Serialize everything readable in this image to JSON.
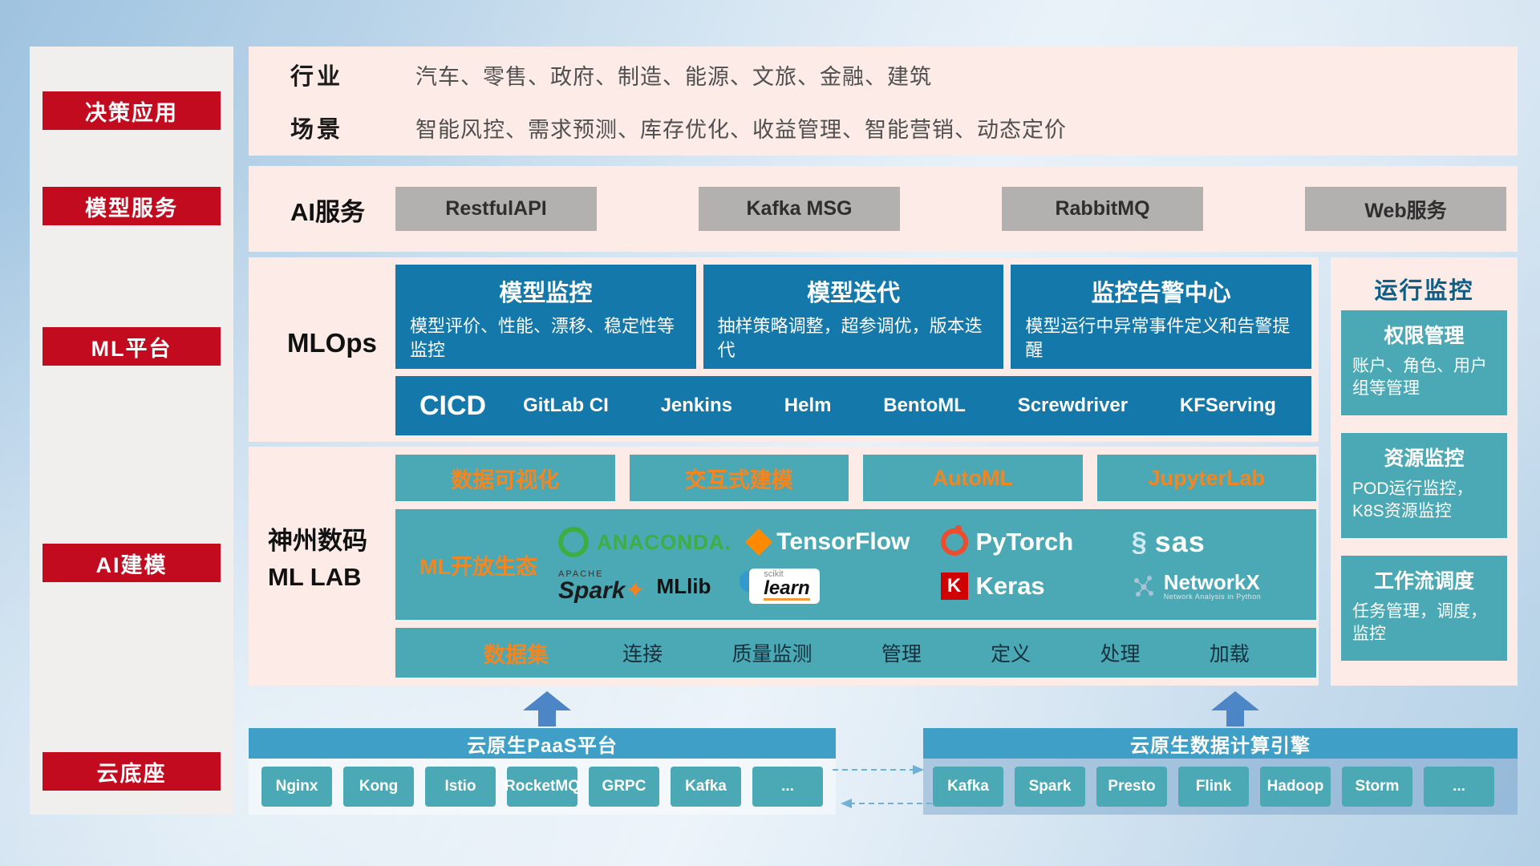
{
  "colors": {
    "accent_red": "#c30b20",
    "panel_pink": "#fcebe6",
    "card_blue": "#1478aa",
    "teal": "#4aa9b5",
    "orange": "#f5861f",
    "bar_blue": "#3f9fc6",
    "gray_button": "#b3b0b0"
  },
  "sidebar": {
    "items": [
      {
        "label": "决策应用"
      },
      {
        "label": "模型服务"
      },
      {
        "label": "ML平台"
      },
      {
        "label": "AI建模"
      },
      {
        "label": "云底座"
      }
    ]
  },
  "industry": {
    "rows": [
      {
        "label": "行业",
        "value": "汽车、零售、政府、制造、能源、文旅、金融、建筑"
      },
      {
        "label": "场景",
        "value": "智能风控、需求预测、库存优化、收益管理、智能营销、动态定价"
      }
    ]
  },
  "ai_service": {
    "label": "AI服务",
    "items": [
      "RestfulAPI",
      "Kafka MSG",
      "RabbitMQ",
      "Web服务"
    ]
  },
  "mlops": {
    "label": "MLOps",
    "cards": [
      {
        "title": "模型监控",
        "desc": "模型评价、性能、漂移、稳定性等监控"
      },
      {
        "title": "模型迭代",
        "desc": "抽样策略调整，超参调优，版本迭代"
      },
      {
        "title": "监控告警中心",
        "desc": "模型运行中异常事件定义和告警提醒"
      }
    ],
    "cicd": {
      "label": "CICD",
      "items": [
        "GitLab CI",
        "Jenkins",
        "Helm",
        "BentoML",
        "Screwdriver",
        "KFServing"
      ]
    }
  },
  "mllab": {
    "title_line1": "神州数码",
    "title_line2": "ML LAB",
    "tools": [
      "数据可视化",
      "交互式建模",
      "AutoML",
      "JupyterLab"
    ],
    "ecosystem_label": "ML开放生态",
    "logos": {
      "anaconda": "ANACONDA.",
      "tensorflow": "TensorFlow",
      "pytorch": "PyTorch",
      "sas": "sas",
      "spark_apache": "APACHE",
      "spark": "Spark",
      "spark_star": "✦",
      "mllib": "MLlib",
      "scikit_top": "scikit",
      "scikit_learn": "learn",
      "keras_letter": "K",
      "keras": "Keras",
      "networkx": "NetworkX",
      "networkx_sub": "Network Analysis in Python"
    },
    "dataset": {
      "label": "数据集",
      "items": [
        "连接",
        "质量监测",
        "管理",
        "定义",
        "处理",
        "加载"
      ]
    }
  },
  "monitor": {
    "title": "运行监控",
    "cards": [
      {
        "title": "权限管理",
        "desc": "账户、角色、用户组等管理"
      },
      {
        "title": "资源监控",
        "desc": "POD运行监控，K8S资源监控"
      },
      {
        "title": "工作流调度",
        "desc": "任务管理，调度，监控"
      }
    ]
  },
  "cloud": {
    "paas": {
      "title": "云原生PaaS平台",
      "items": [
        "Nginx",
        "Kong",
        "Istio",
        "RocketMQ",
        "GRPC",
        "Kafka",
        "..."
      ]
    },
    "engine": {
      "title": "云原生数据计算引擎",
      "items": [
        "Kafka",
        "Spark",
        "Presto",
        "Flink",
        "Hadoop",
        "Storm",
        "..."
      ]
    }
  }
}
